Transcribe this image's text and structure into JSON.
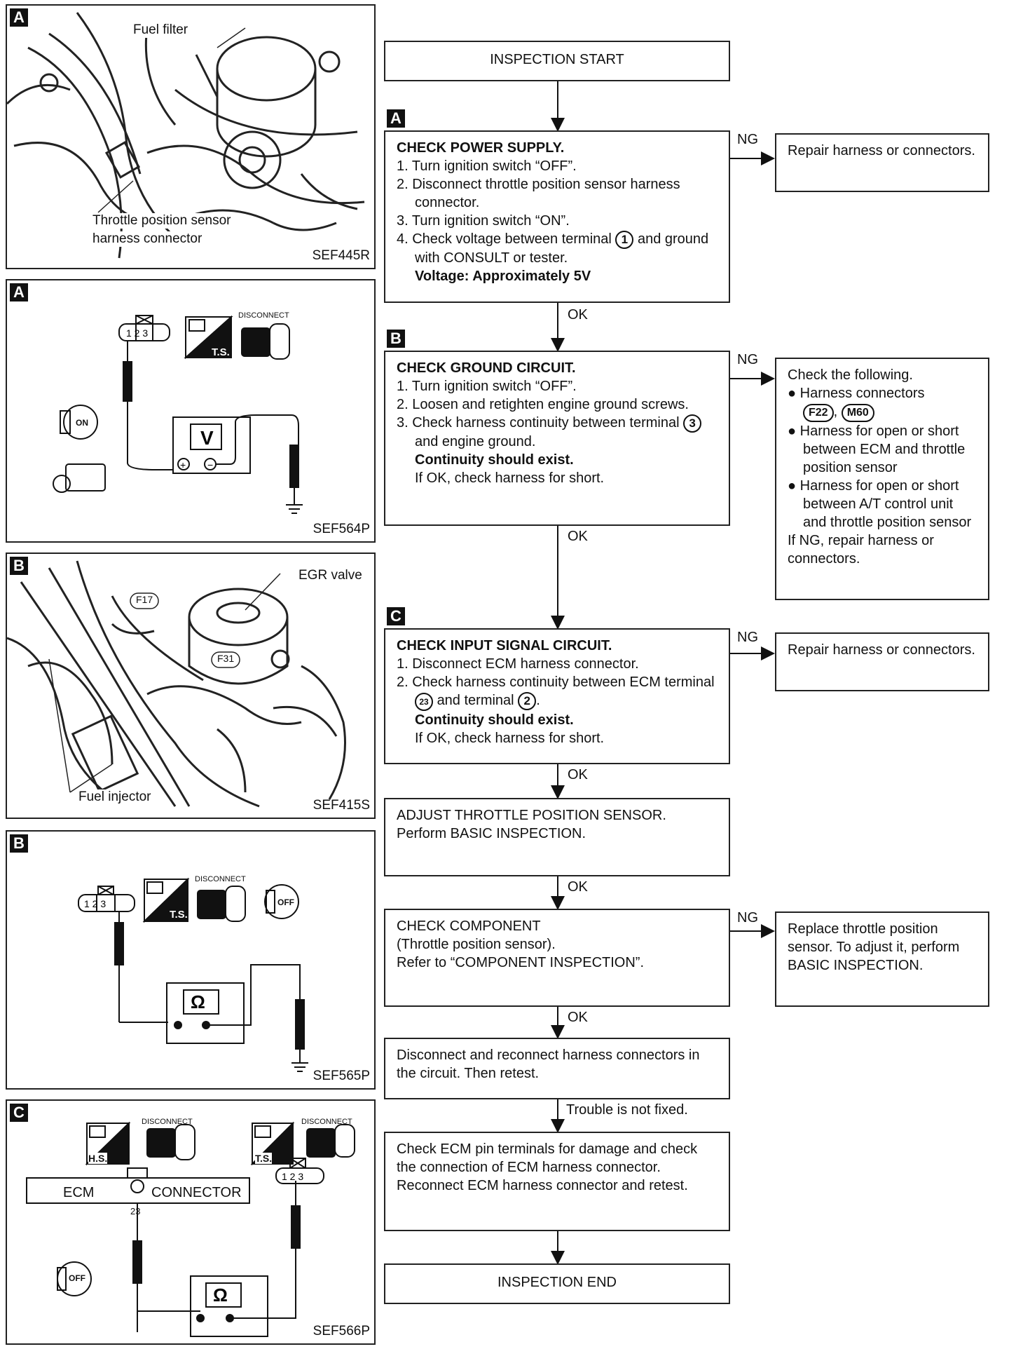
{
  "panels": {
    "p1": {
      "tag": "A",
      "id": "SEF445R",
      "label_filter": "Fuel filter",
      "label_sensor_1": "Throttle position sensor",
      "label_sensor_2": "harness connector"
    },
    "p2": {
      "tag": "A",
      "id": "SEF564P",
      "pins": "1 2 3",
      "disconnect": "DISCONNECT",
      "ts": "T.S.",
      "on": "ON",
      "meter": "V"
    },
    "p3": {
      "tag": "B",
      "id": "SEF415S",
      "label_egr": "EGR valve",
      "label_f17": "F17",
      "label_f31": "F31",
      "label_injector": "Fuel injector"
    },
    "p4": {
      "tag": "B",
      "id": "SEF565P",
      "pins": "1 2 3",
      "disconnect": "DISCONNECT",
      "ts": "T.S.",
      "off": "OFF",
      "meter": "Ω"
    },
    "p5": {
      "tag": "C",
      "id": "SEF566P",
      "ecm": "ECM",
      "connector": "CONNECTOR",
      "pin": "23",
      "hs": "H.S.",
      "ts": "T.S.",
      "disconnect_1": "DISCONNECT",
      "disconnect_2": "DISCONNECT",
      "pins": "1 2 3",
      "off": "OFF",
      "meter": "Ω"
    }
  },
  "flow": {
    "start": "INSPECTION START",
    "tag_a": "A",
    "tag_b": "B",
    "tag_c": "C",
    "a": {
      "title": "CHECK POWER SUPPLY.",
      "s1": "1. Turn ignition switch “OFF”.",
      "s2": "2. Disconnect throttle position sensor harness connector.",
      "s3": "3. Turn ignition switch “ON”.",
      "s4a": "4. Check voltage between terminal",
      "s4_term": "1",
      "s4b": "and ground with CONSULT or tester.",
      "spec": "Voltage: Approximately 5V"
    },
    "a_ng": "Repair harness or connectors.",
    "b": {
      "title": "CHECK GROUND CIRCUIT.",
      "s1": "1. Turn ignition switch “OFF”.",
      "s2": "2. Loosen and retighten engine ground screws.",
      "s3a": "3. Check harness continuity between terminal",
      "s3_term": "3",
      "s3b": "and engine ground.",
      "spec": "Continuity should exist.",
      "note": "If OK, check harness for short."
    },
    "b_ng": {
      "head": "Check the following.",
      "i1": "Harness connectors",
      "c1": "F22",
      "c2": "M60",
      "i2": "Harness for open or short between ECM and throttle position sensor",
      "i3": "Harness for open or short between A/T control unit and throttle position sensor",
      "foot": "If NG, repair harness or connectors."
    },
    "c": {
      "title": "CHECK INPUT SIGNAL CIRCUIT.",
      "s1": "1. Disconnect ECM harness connector.",
      "s2a": "2. Check harness continuity between ECM terminal",
      "s2_t1": "23",
      "s2b": "and terminal",
      "s2_t2": "2",
      "spec": "Continuity should exist.",
      "note": "If OK, check harness for short."
    },
    "c_ng": "Repair harness or connectors.",
    "adjust": {
      "l1": "ADJUST THROTTLE POSITION SENSOR.",
      "l2": "Perform BASIC INSPECTION."
    },
    "comp": {
      "l1": "CHECK COMPONENT",
      "l2": "(Throttle position sensor).",
      "l3": "Refer to “COMPONENT INSPECTION”."
    },
    "comp_ng": "Replace throttle position sensor. To adjust it, perform BASIC INSPECTION.",
    "reconnect": "Disconnect and reconnect harness connectors in the circuit. Then retest.",
    "ecm_check": "Check ECM pin terminals for damage and check the connection of ECM harness connector. Reconnect ECM harness connector and retest.",
    "end": "INSPECTION END",
    "ok": "OK",
    "ng": "NG",
    "not_fixed": "Trouble is not fixed."
  }
}
